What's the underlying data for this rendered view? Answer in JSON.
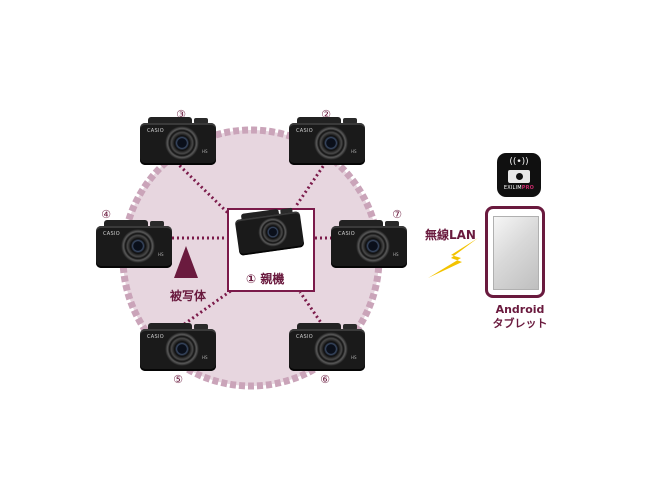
{
  "colors": {
    "accent": "#6a1a3e",
    "circle_fill": "#e5d3dd",
    "circle_stroke": "#c9a2b6",
    "bolt": "#f3c300"
  },
  "center": {
    "number": "①",
    "label": "親機"
  },
  "cameras": [
    {
      "number": "②",
      "brand": "CASIO",
      "badge": "HS"
    },
    {
      "number": "③",
      "brand": "CASIO",
      "badge": "HS"
    },
    {
      "number": "④",
      "brand": "CASIO",
      "badge": "HS"
    },
    {
      "number": "⑤",
      "brand": "CASIO",
      "badge": "HS"
    },
    {
      "number": "⑥",
      "brand": "CASIO",
      "badge": "HS"
    },
    {
      "number": "⑦",
      "brand": "CASIO",
      "badge": "HS"
    }
  ],
  "subject": {
    "label": "被写体"
  },
  "connection": {
    "label": "無線LAN"
  },
  "tablet": {
    "line1": "Android",
    "line2": "タブレット"
  },
  "app_icon": {
    "name": "app-icon",
    "logo_text": "EXILIM",
    "logo_suffix": "PRO"
  }
}
